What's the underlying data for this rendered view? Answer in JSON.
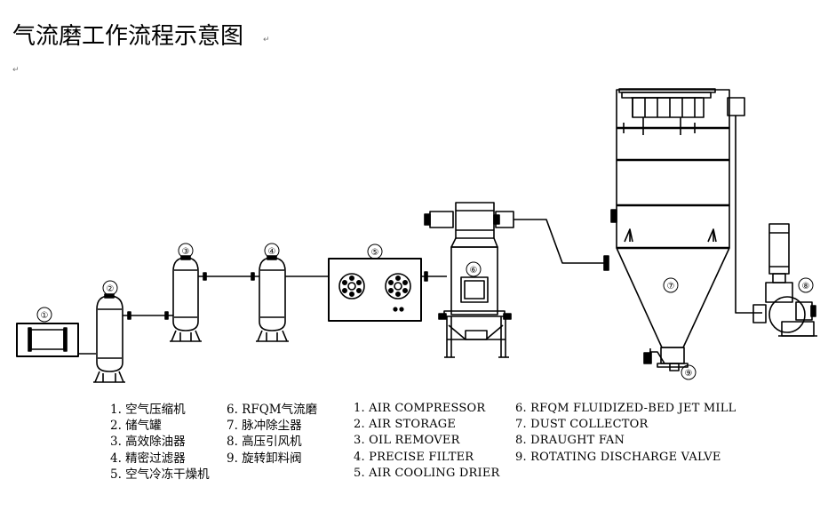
{
  "title": "气流磨工作流程示意图",
  "paragraph_mark": "↵",
  "equipment_numbers": [
    "①",
    "②",
    "③",
    "④",
    "⑤",
    "⑥",
    "⑦",
    "⑧",
    "⑨"
  ],
  "legend_cn_col1": [
    "1. 空气压缩机",
    "2. 储气罐",
    "3. 高效除油器",
    "4. 精密过滤器",
    "5. 空气冷冻干燥机"
  ],
  "legend_cn_col2": [
    "6. RFQM气流磨",
    "7. 脉冲除尘器",
    "8. 高压引风机",
    "9. 旋转卸料阀"
  ],
  "legend_en_col1": [
    "1. AIR COMPRESSOR",
    "2. AIR STORAGE",
    "3. OIL REMOVER",
    "4. PRECISE FILTER",
    "5. AIR COOLING DRIER"
  ],
  "legend_en_col2": [
    "6. RFQM  FLUIDIZED-BED JET MILL",
    "7. DUST COLLECTOR",
    "8. DRAUGHT FAN",
    "9. ROTATING DISCHARGE VALVE"
  ]
}
